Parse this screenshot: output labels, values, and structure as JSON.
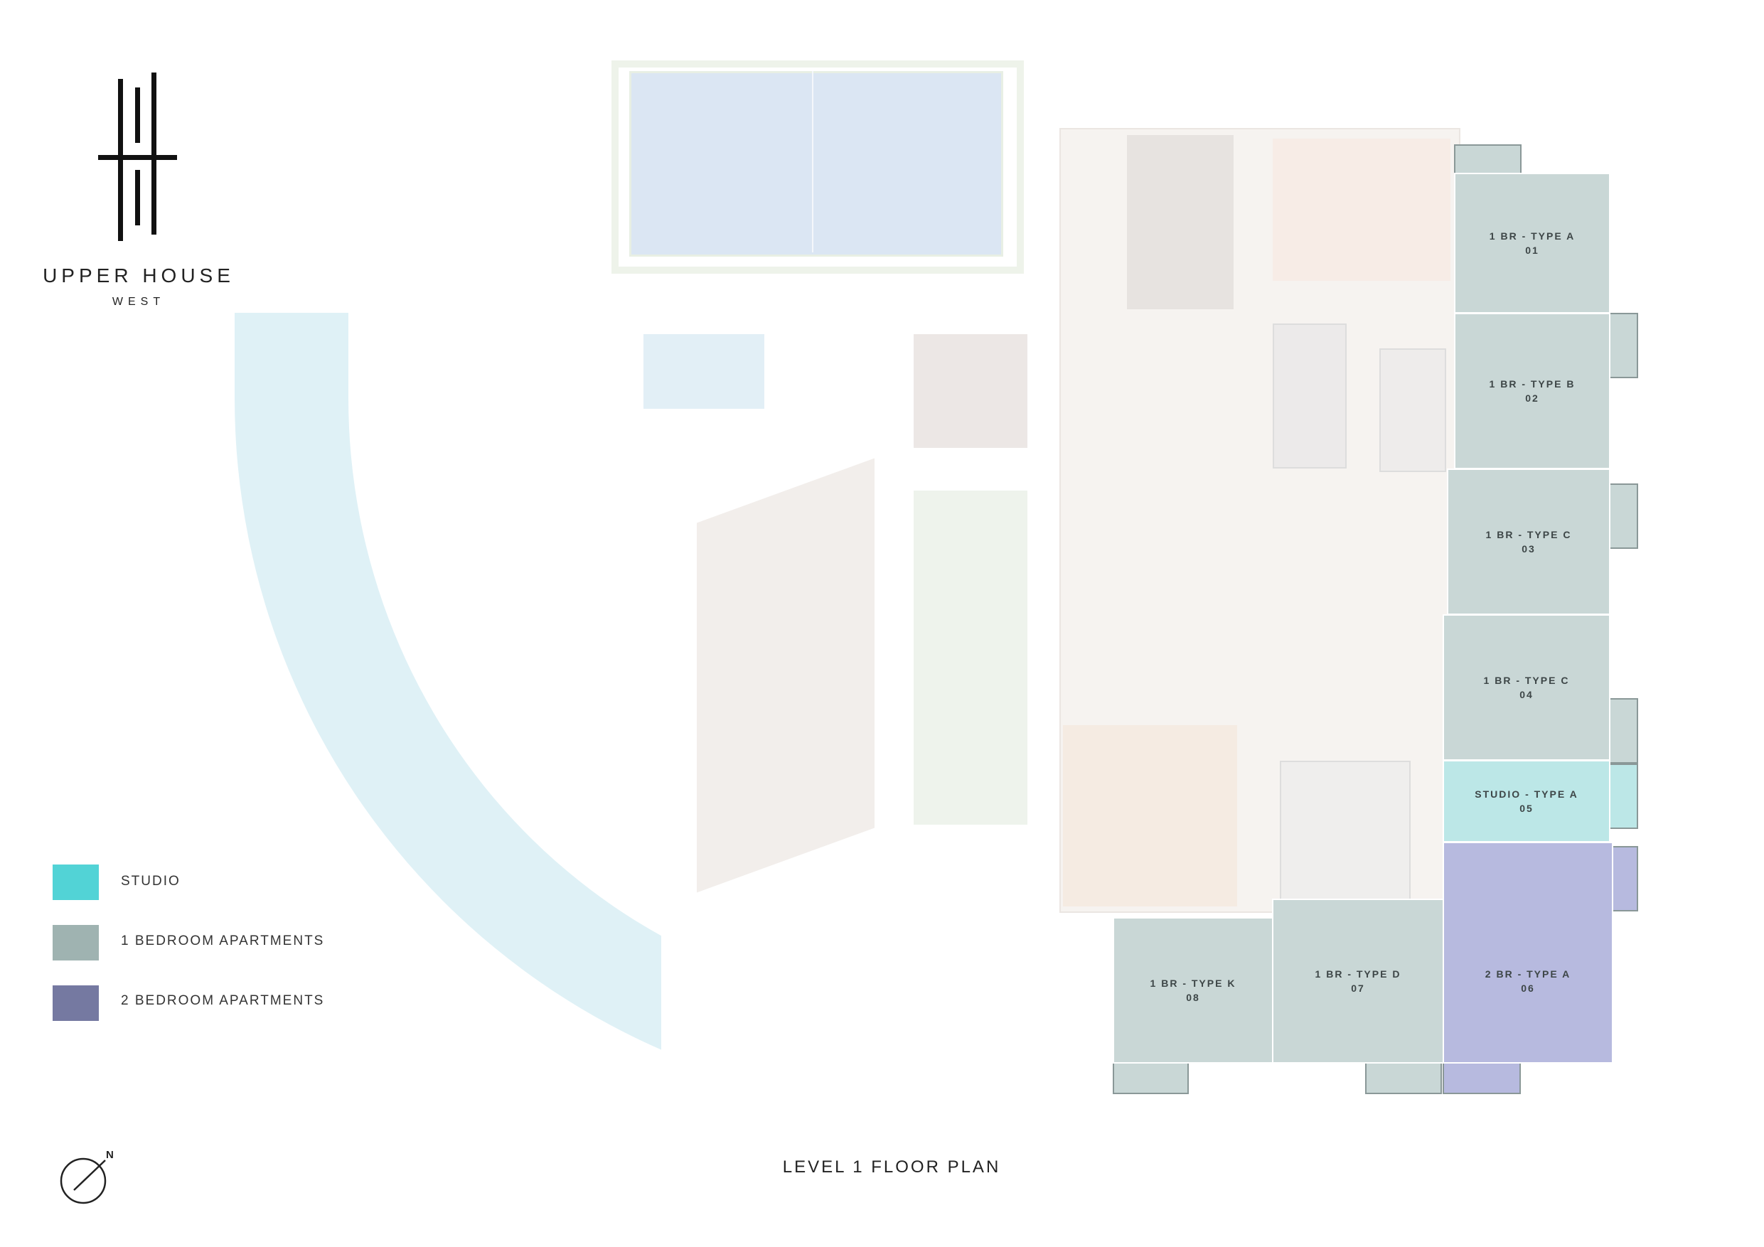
{
  "brand": {
    "name": "UPPER HOUSE",
    "subtitle": "WEST"
  },
  "title": "LEVEL 1 FLOOR PLAN",
  "compass": {
    "label": "N"
  },
  "legend": [
    {
      "label": "STUDIO",
      "color": "#52d3d6"
    },
    {
      "label": "1 BEDROOM APARTMENTS",
      "color": "#9fb3b1"
    },
    {
      "label": "2 BEDROOM APARTMENTS",
      "color": "#7579a1"
    }
  ],
  "units": [
    {
      "type": "1 BR - TYPE A",
      "number": "01",
      "category": "1br"
    },
    {
      "type": "1 BR - TYPE B",
      "number": "02",
      "category": "1br"
    },
    {
      "type": "1 BR - TYPE C",
      "number": "03",
      "category": "1br"
    },
    {
      "type": "1 BR - TYPE C",
      "number": "04",
      "category": "1br"
    },
    {
      "type": "STUDIO - TYPE A",
      "number": "05",
      "category": "studio"
    },
    {
      "type": "2 BR - TYPE A",
      "number": "06",
      "category": "2br"
    },
    {
      "type": "1 BR - TYPE D",
      "number": "07",
      "category": "1br"
    },
    {
      "type": "1 BR - TYPE K",
      "number": "08",
      "category": "1br"
    }
  ],
  "colors": {
    "unit_1br": "#c9d7d6",
    "unit_studio": "#bce7e7",
    "unit_2br": "#b7badf"
  }
}
